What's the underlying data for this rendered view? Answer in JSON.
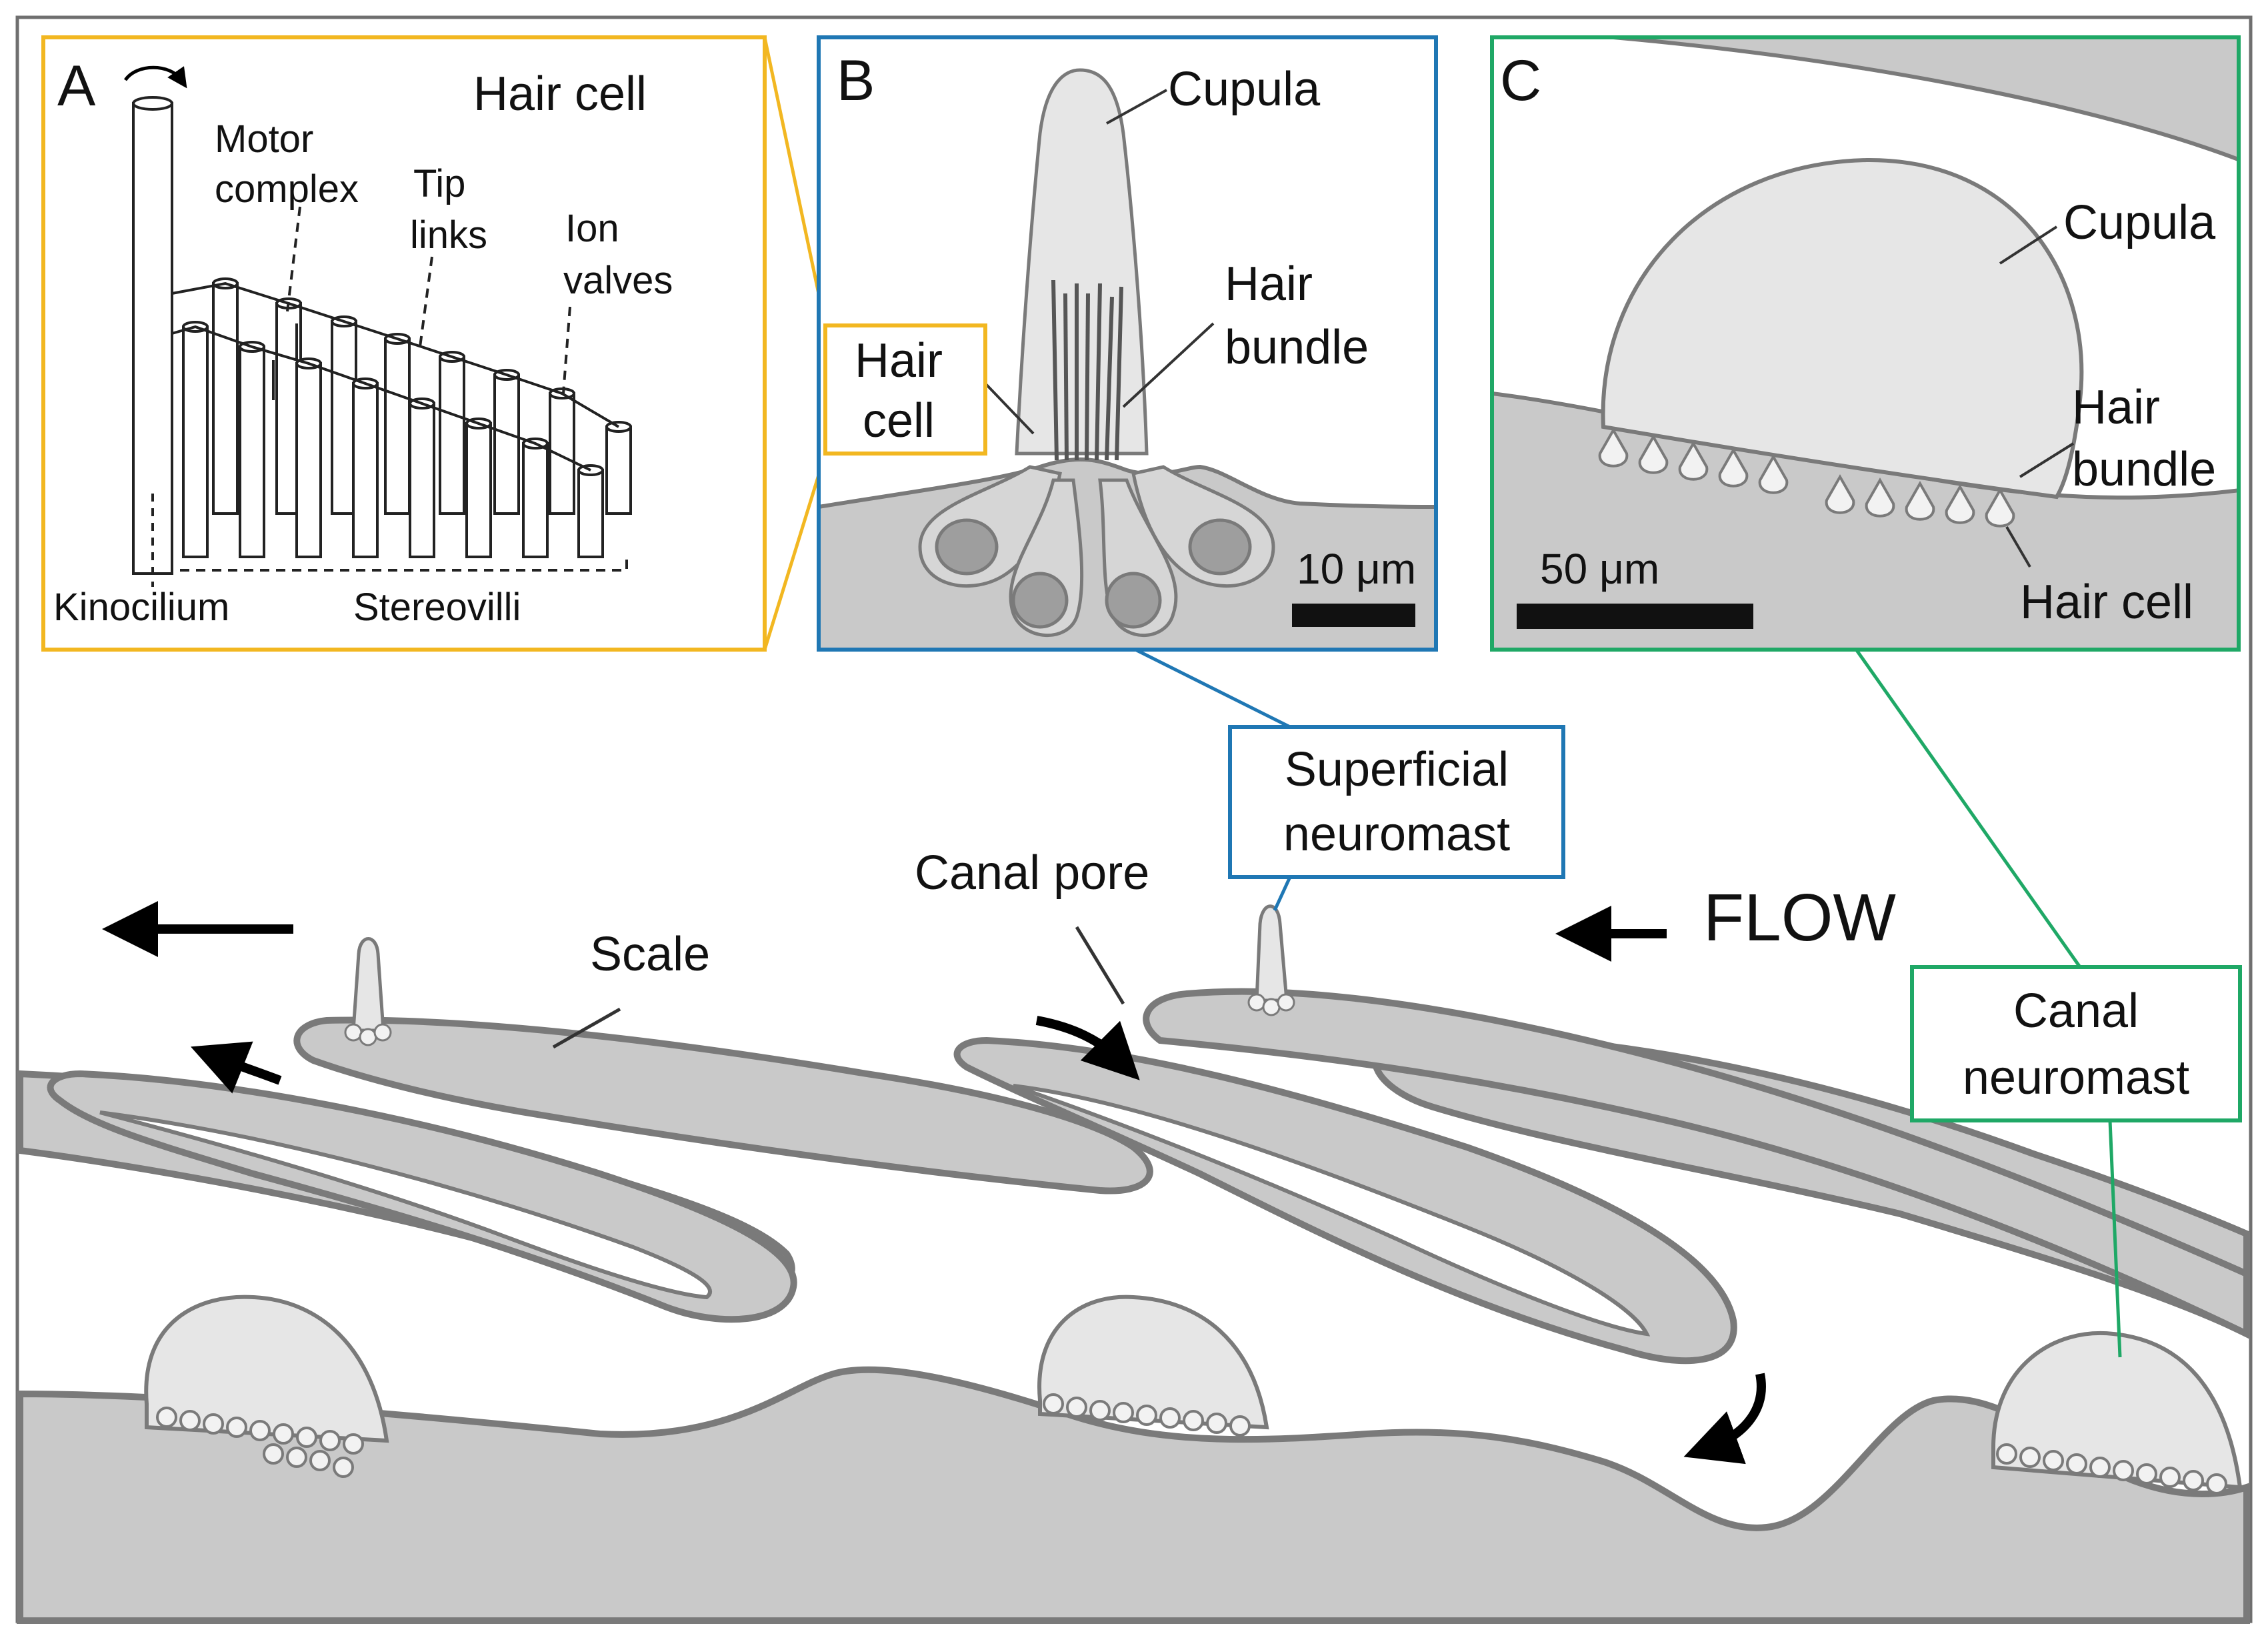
{
  "colors": {
    "panel_a_border": "#F2B721",
    "panel_b_border": "#1F77B4",
    "panel_c_border": "#1FA866",
    "tissue_fill": "#C9C9C9",
    "tissue_stroke": "#7A7A7A",
    "cupula_fill": "#E6E6E6",
    "background_water": "#FFFFFF"
  },
  "panel_a": {
    "letter": "A",
    "title": "Hair cell",
    "motor_complex": [
      "Motor",
      "complex"
    ],
    "tip_links": [
      "Tip",
      "links"
    ],
    "ion_valves": [
      "Ion",
      "valves"
    ],
    "kinocilium": "Kinocilium",
    "stereovilli": "Stereovilli"
  },
  "panel_b": {
    "letter": "B",
    "cupula": "Cupula",
    "hair_bundle": [
      "Hair",
      "bundle"
    ],
    "hair_cell": [
      "Hair",
      "cell"
    ],
    "scale_bar": "10 μm"
  },
  "panel_c": {
    "letter": "C",
    "cupula": "Cupula",
    "hair_bundle": [
      "Hair",
      "bundle"
    ],
    "hair_cell": "Hair cell",
    "scale_bar": "50 μm"
  },
  "main": {
    "superficial_neuromast": [
      "Superficial",
      "neuromast"
    ],
    "canal_neuromast": [
      "Canal",
      "neuromast"
    ],
    "canal_pore": "Canal pore",
    "scale": "Scale",
    "flow": "FLOW"
  }
}
